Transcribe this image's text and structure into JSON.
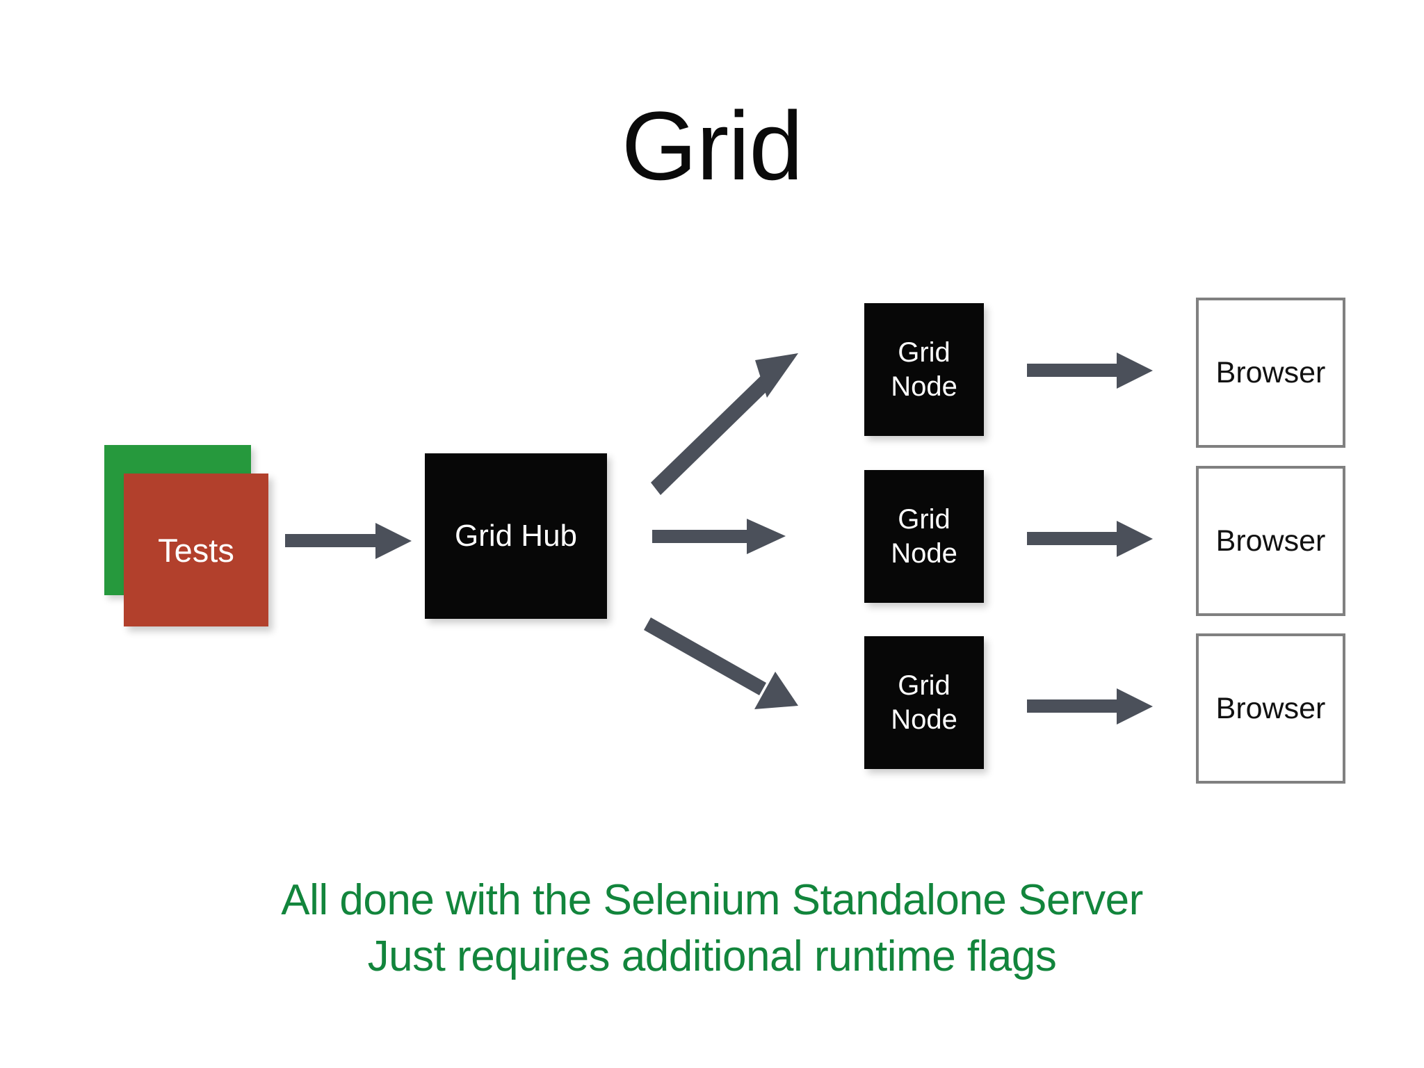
{
  "slide": {
    "title": "Grid",
    "background_color": "#ffffff"
  },
  "colors": {
    "green_card": "#26993d",
    "red_card": "#b2402c",
    "black_box": "#070707",
    "browser_border": "#808080",
    "arrow": "#4b505a",
    "caption_green": "#12853c",
    "title_text": "#0a0a0a"
  },
  "diagram": {
    "tests": {
      "back_card_label": "",
      "front_card_label": "Tests"
    },
    "hub": {
      "label": "Grid Hub"
    },
    "nodes": [
      {
        "line1": "Grid",
        "line2": "Node"
      },
      {
        "line1": "Grid",
        "line2": "Node"
      },
      {
        "line1": "Grid",
        "line2": "Node"
      }
    ],
    "browsers": [
      {
        "label": "Browser"
      },
      {
        "label": "Browser"
      },
      {
        "label": "Browser"
      }
    ],
    "arrows": [
      {
        "name": "tests-to-hub",
        "direction": "right"
      },
      {
        "name": "hub-to-node-1",
        "direction": "up-right"
      },
      {
        "name": "hub-to-node-2",
        "direction": "right"
      },
      {
        "name": "hub-to-node-3",
        "direction": "down-right"
      },
      {
        "name": "node-1-to-browser-1",
        "direction": "right"
      },
      {
        "name": "node-2-to-browser-2",
        "direction": "right"
      },
      {
        "name": "node-3-to-browser-3",
        "direction": "right"
      }
    ]
  },
  "caption": {
    "line1": "All done with the Selenium Standalone Server",
    "line2": "Just requires additional runtime flags"
  }
}
